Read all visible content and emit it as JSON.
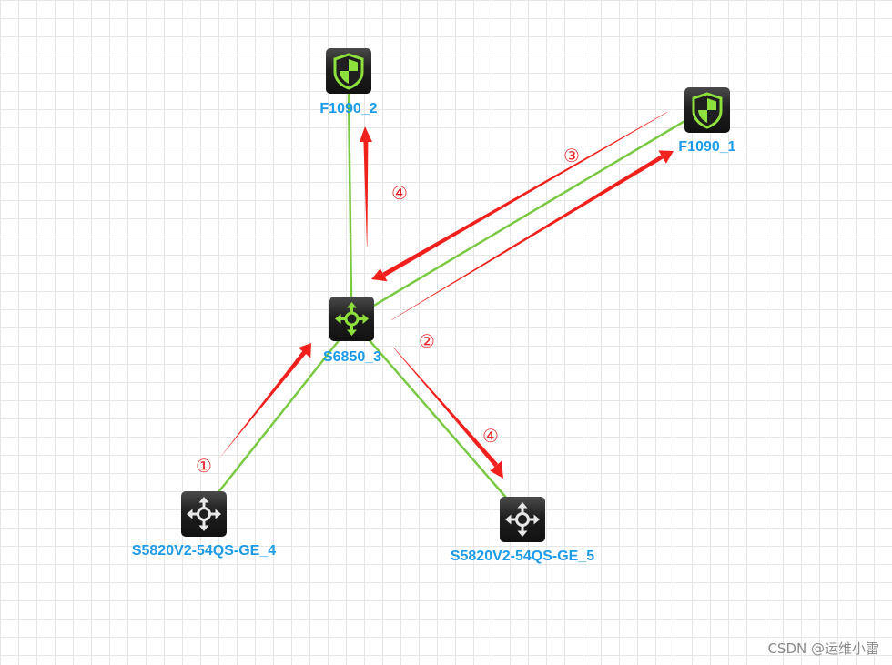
{
  "diagram": {
    "nodes": [
      {
        "id": "f1090_2",
        "label": "F1090_2",
        "icon": "firewall-shield-icon"
      },
      {
        "id": "f1090_1",
        "label": "F1090_1",
        "icon": "firewall-shield-icon"
      },
      {
        "id": "s6850_3",
        "label": "S6850_3",
        "icon": "core-switch-icon"
      },
      {
        "id": "s5820_4",
        "label": "S5820V2-54QS-GE_4",
        "icon": "access-switch-icon"
      },
      {
        "id": "s5820_5",
        "label": "S5820V2-54QS-GE_5",
        "icon": "access-switch-icon"
      }
    ],
    "links": [
      {
        "from": "s6850_3",
        "to": "f1090_2"
      },
      {
        "from": "s6850_3",
        "to": "f1090_1"
      },
      {
        "from": "s6850_3",
        "to": "s5820_4"
      },
      {
        "from": "s6850_3",
        "to": "s5820_5"
      }
    ],
    "flow_steps": [
      {
        "label": "①",
        "from": "s5820_4",
        "to": "s6850_3"
      },
      {
        "label": "②",
        "from": "s6850_3",
        "to": "f1090_1"
      },
      {
        "label": "③",
        "from": "f1090_1",
        "to": "s6850_3"
      },
      {
        "label": "④",
        "from": "s6850_3",
        "to": "f1090_2"
      },
      {
        "label": "④",
        "from": "s6850_3",
        "to": "s5820_5"
      }
    ],
    "colors": {
      "link": "#7ac943",
      "arrow": "#f0201c",
      "label": "#1e9be6",
      "icon_bg": "#1f1f1f",
      "firewall_accent": "#8ee03c",
      "core_switch_accent": "#8ee03c",
      "access_switch_accent": "#e8e8e8"
    }
  },
  "watermark": "CSDN @运维小雷"
}
